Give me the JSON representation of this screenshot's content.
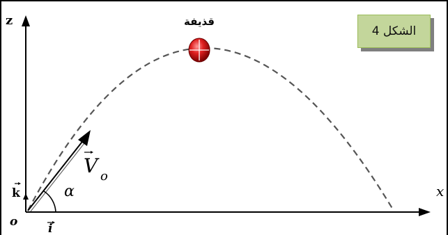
{
  "figure": {
    "caption": "الشكل 4",
    "projectile_label": "قذيفة"
  },
  "axes": {
    "z_label": "z",
    "x_label": "x",
    "origin_label": "o",
    "unit_i": "i",
    "unit_k": "k"
  },
  "vectors": {
    "initial_velocity": "V",
    "initial_velocity_subscript": "o",
    "angle": "α"
  },
  "colors": {
    "caption_box": "#c3d69b",
    "projectile": "#d62020",
    "trajectory": "#555555"
  }
}
